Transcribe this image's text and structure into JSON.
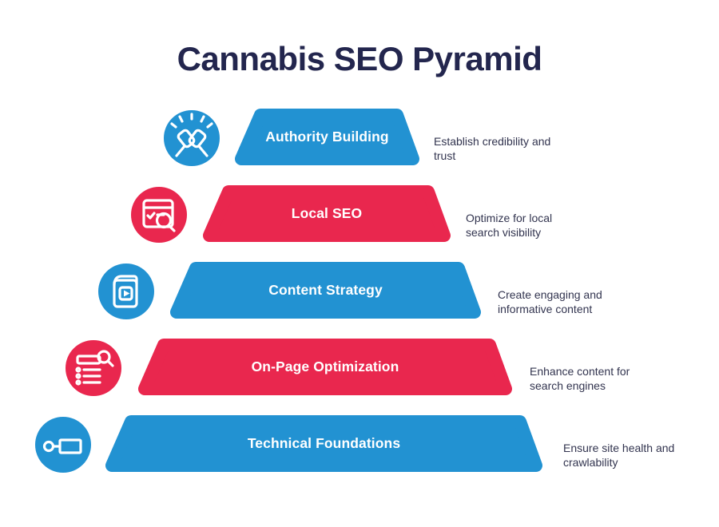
{
  "title": "Cannabis SEO Pyramid",
  "colors": {
    "blue": "#2292d2",
    "red": "#e9274e",
    "heading": "#23264e",
    "body_text": "#32344f",
    "label_text": "#ffffff",
    "background": "#ffffff"
  },
  "pyramid": {
    "levels": [
      {
        "label": "Authority Building",
        "description": "Establish credibility and trust",
        "color": "blue",
        "icon": "fist-bump-icon"
      },
      {
        "label": "Local SEO",
        "description": "Optimize for local search visibility",
        "color": "red",
        "icon": "browser-search-icon"
      },
      {
        "label": "Content Strategy",
        "description": "Create engaging and informative content",
        "color": "blue",
        "icon": "video-book-icon"
      },
      {
        "label": "On-Page Optimization",
        "description": "Enhance content for search engines",
        "color": "red",
        "icon": "list-search-icon"
      },
      {
        "label": "Technical Foundations",
        "description": "Ensure site health and crawlability",
        "color": "blue",
        "icon": "link-node-icon"
      }
    ]
  }
}
